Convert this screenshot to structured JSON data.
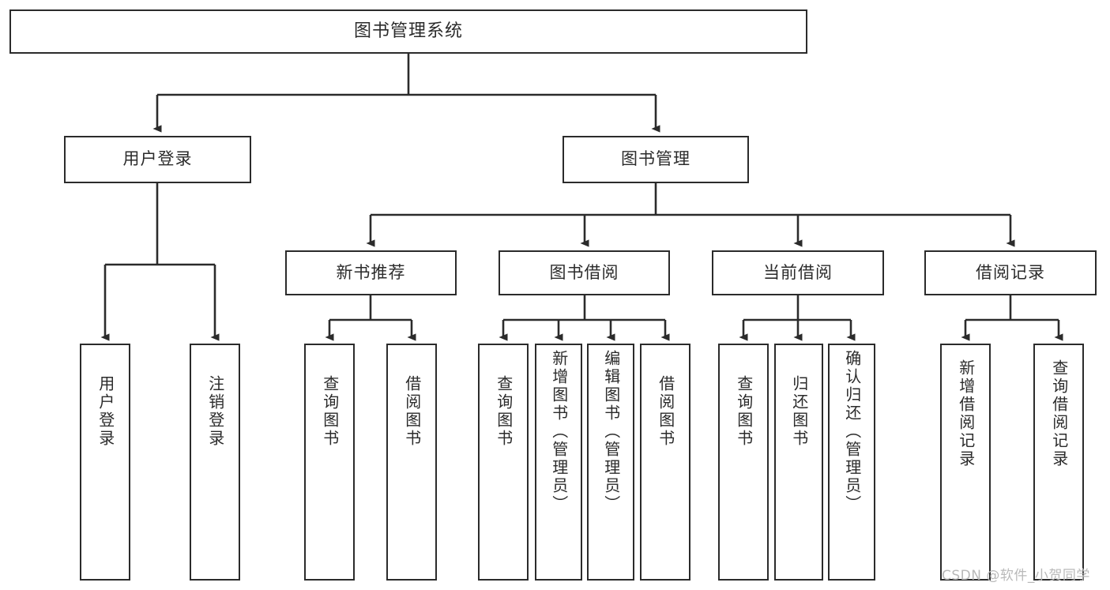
{
  "diagram": {
    "type": "tree-hierarchy-diagram",
    "title": "图书管理系统",
    "stroke_color": "#2b2b2b",
    "fill_color": "#ffffff",
    "levels": {
      "root": {
        "label": "图书管理系统"
      },
      "level2": [
        {
          "label": "用户登录"
        },
        {
          "label": "图书管理"
        }
      ],
      "level3": [
        {
          "label": "新书推荐"
        },
        {
          "label": "图书借阅"
        },
        {
          "label": "当前借阅"
        },
        {
          "label": "借阅记录"
        }
      ],
      "leaves": {
        "user_login": [
          {
            "label": "用户登录"
          },
          {
            "label": "注销登录"
          }
        ],
        "new_book_recommend": [
          {
            "label": "查询图书"
          },
          {
            "label": "借阅图书"
          }
        ],
        "book_borrow": [
          {
            "label": "查询图书"
          },
          {
            "label": "新增图书（管理员）"
          },
          {
            "label": "编辑图书（管理员）"
          },
          {
            "label": "借阅图书"
          }
        ],
        "current_borrow": [
          {
            "label": "查询图书"
          },
          {
            "label": "归还图书"
          },
          {
            "label": "确认归还（管理员）"
          }
        ],
        "borrow_records": [
          {
            "label": "新增借阅记录"
          },
          {
            "label": "查询借阅记录"
          }
        ]
      }
    }
  },
  "watermark": {
    "text": "CSDN @软件_小贺同学"
  }
}
